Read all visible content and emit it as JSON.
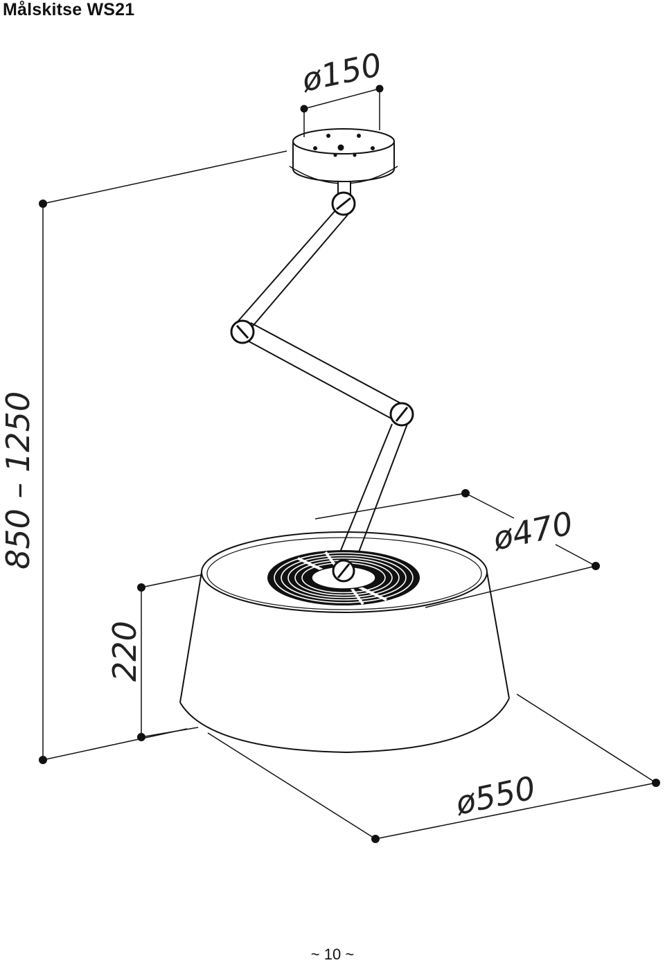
{
  "title": "Målskitse WS21",
  "dimensions": {
    "top_diameter": "ø150",
    "height_range": "850 – 1250",
    "inner_diameter": "ø470",
    "shade_height": "220",
    "outer_diameter": "ø550"
  },
  "footer": "~ 10 ~"
}
